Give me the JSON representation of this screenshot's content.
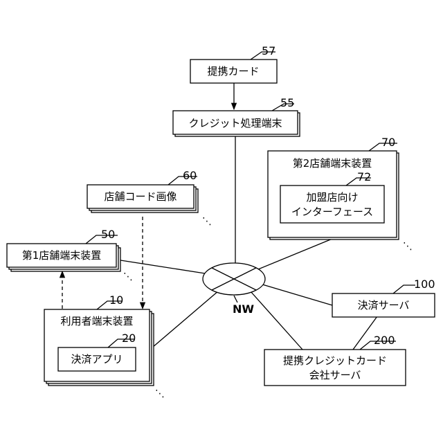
{
  "nodes": {
    "partner_card": {
      "label": "提携カード",
      "ref": "57"
    },
    "credit_terminal": {
      "label": "クレジット処理端末",
      "ref": "55"
    },
    "store2_device": {
      "label": "第2店舗端末装置",
      "ref": "70"
    },
    "merchant_interface": {
      "label_line1": "加盟店向け",
      "label_line2": "インターフェース",
      "ref": "72"
    },
    "store_code_image": {
      "label": "店舗コード画像",
      "ref": "60"
    },
    "store1_device": {
      "label": "第1店舗端末装置",
      "ref": "50"
    },
    "network": {
      "label": "NW"
    },
    "payment_server": {
      "label": "決済サーバ",
      "ref": "100"
    },
    "user_terminal": {
      "label": "利用者端末装置",
      "ref": "10"
    },
    "payment_app": {
      "label": "決済アプリ",
      "ref": "20"
    },
    "card_company_server": {
      "label_line1": "提携クレジットカード",
      "label_line2": "会社サーバ",
      "ref": "200"
    }
  },
  "ellipsis": "⋱"
}
